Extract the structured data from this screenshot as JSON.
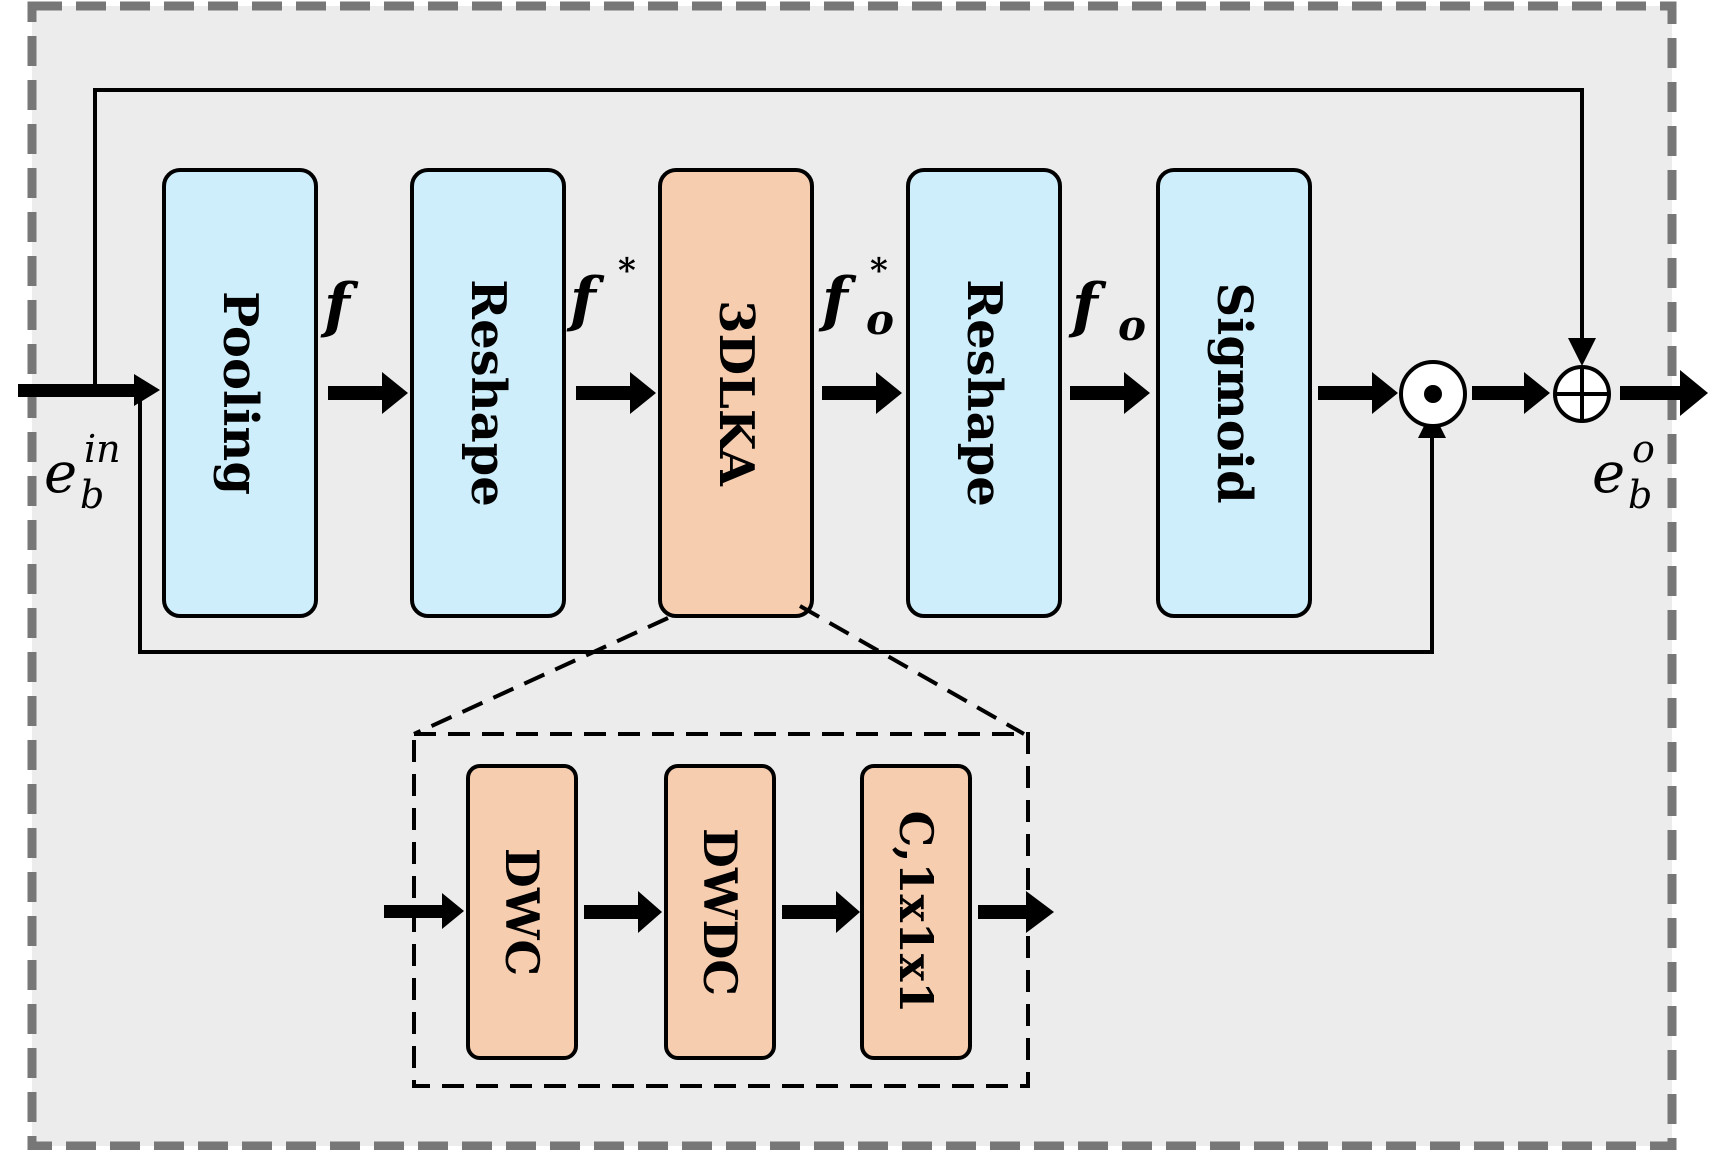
{
  "colors": {
    "background": "#ececec",
    "frame": "#777777",
    "blue_block": "#cdeefa",
    "orange_block": "#f7cdb0",
    "stroke": "#000000"
  },
  "input_label": {
    "base": "e",
    "sub": "b",
    "sup": "in"
  },
  "output_label": {
    "base": "e",
    "sub": "b",
    "sup": "o"
  },
  "blocks": [
    {
      "label": "Pooling",
      "color": "blue"
    },
    {
      "label": "Reshape",
      "color": "blue"
    },
    {
      "label": "3DLKA",
      "color": "orange"
    },
    {
      "label": "Reshape",
      "color": "blue"
    },
    {
      "label": "Sigmoid",
      "color": "blue"
    }
  ],
  "edge_labels": {
    "f": {
      "base": "f"
    },
    "f_star": {
      "base": "f",
      "sup": "*"
    },
    "f_o_star": {
      "base": "f",
      "sub": "o",
      "sup": "*"
    },
    "f_o": {
      "base": "f",
      "sub": "o"
    }
  },
  "operators": {
    "multiply": "⊙",
    "add": "⊕"
  },
  "detail": {
    "blocks": [
      {
        "label": "DWC"
      },
      {
        "label": "DWDC"
      },
      {
        "label": "C,1x1x1"
      }
    ]
  }
}
